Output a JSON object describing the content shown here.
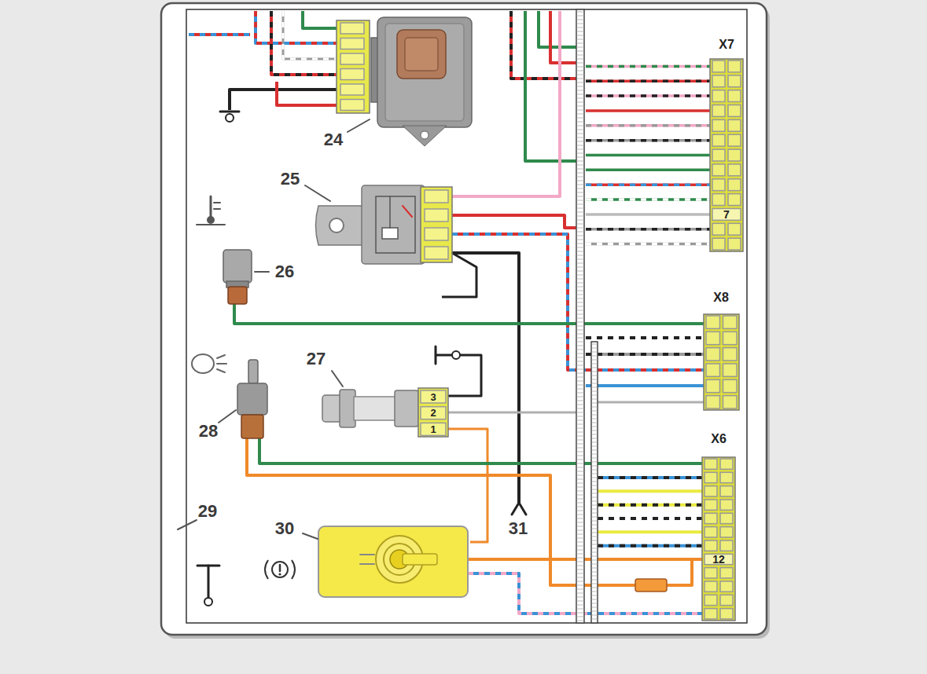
{
  "diagram": {
    "nodes": [
      {
        "text": [
          "X7",
          "7"
        ]
      },
      {
        "text": [
          "X8"
        ]
      },
      {
        "text": [
          "X6",
          "12"
        ]
      }
    ],
    "labels": [
      "24",
      "25",
      "26",
      "27",
      "3",
      "2",
      "1",
      "28",
      "29",
      "30",
      "31"
    ]
  }
}
